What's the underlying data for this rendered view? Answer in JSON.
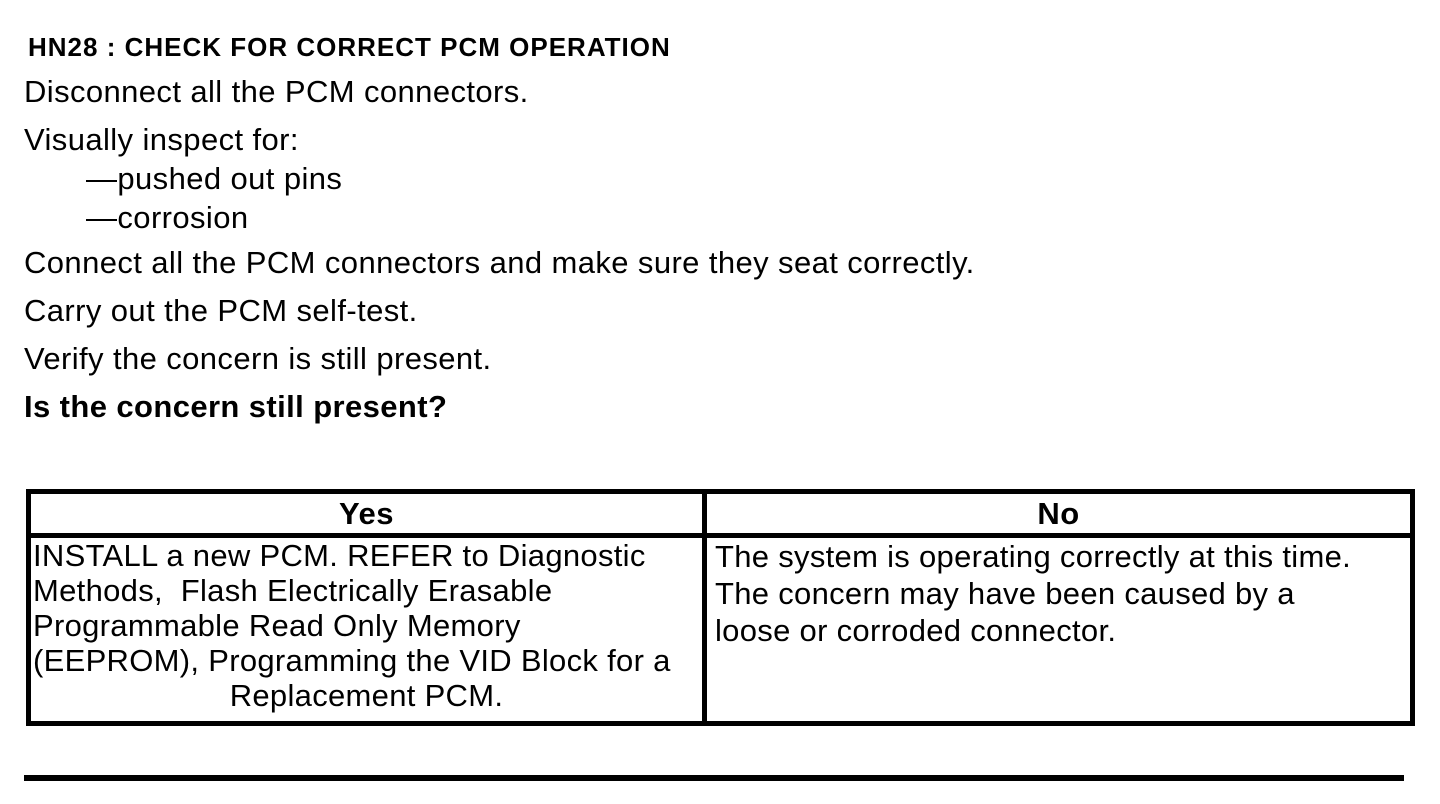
{
  "document": {
    "title": "HN28 : CHECK FOR CORRECT PCM OPERATION"
  },
  "procedure": {
    "steps": [
      "Disconnect all the PCM connectors.",
      "Visually inspect for:",
      "Connect all the PCM connectors and make sure they seat correctly.",
      "Carry out the PCM self-test.",
      "Verify the concern is still present."
    ],
    "inspect_items": [
      "—pushed out pins",
      "—corrosion"
    ],
    "question": "Is the concern still present?"
  },
  "results_table": {
    "yes_header": "Yes",
    "no_header": "No",
    "yes_cell_lines": [
      "INSTALL a new PCM. REFER to Diagnostic",
      "Methods,  Flash Electrically Erasable",
      "Programmable Read Only Memory",
      "(EEPROM), Programming the VID Block for a",
      "Replacement PCM."
    ],
    "no_cell_lines": [
      "The system is operating correctly at this time.",
      "The concern may have been caused by a",
      "loose or corroded connector."
    ]
  },
  "colors": {
    "ink": "#000000",
    "paper": "#ffffff"
  }
}
